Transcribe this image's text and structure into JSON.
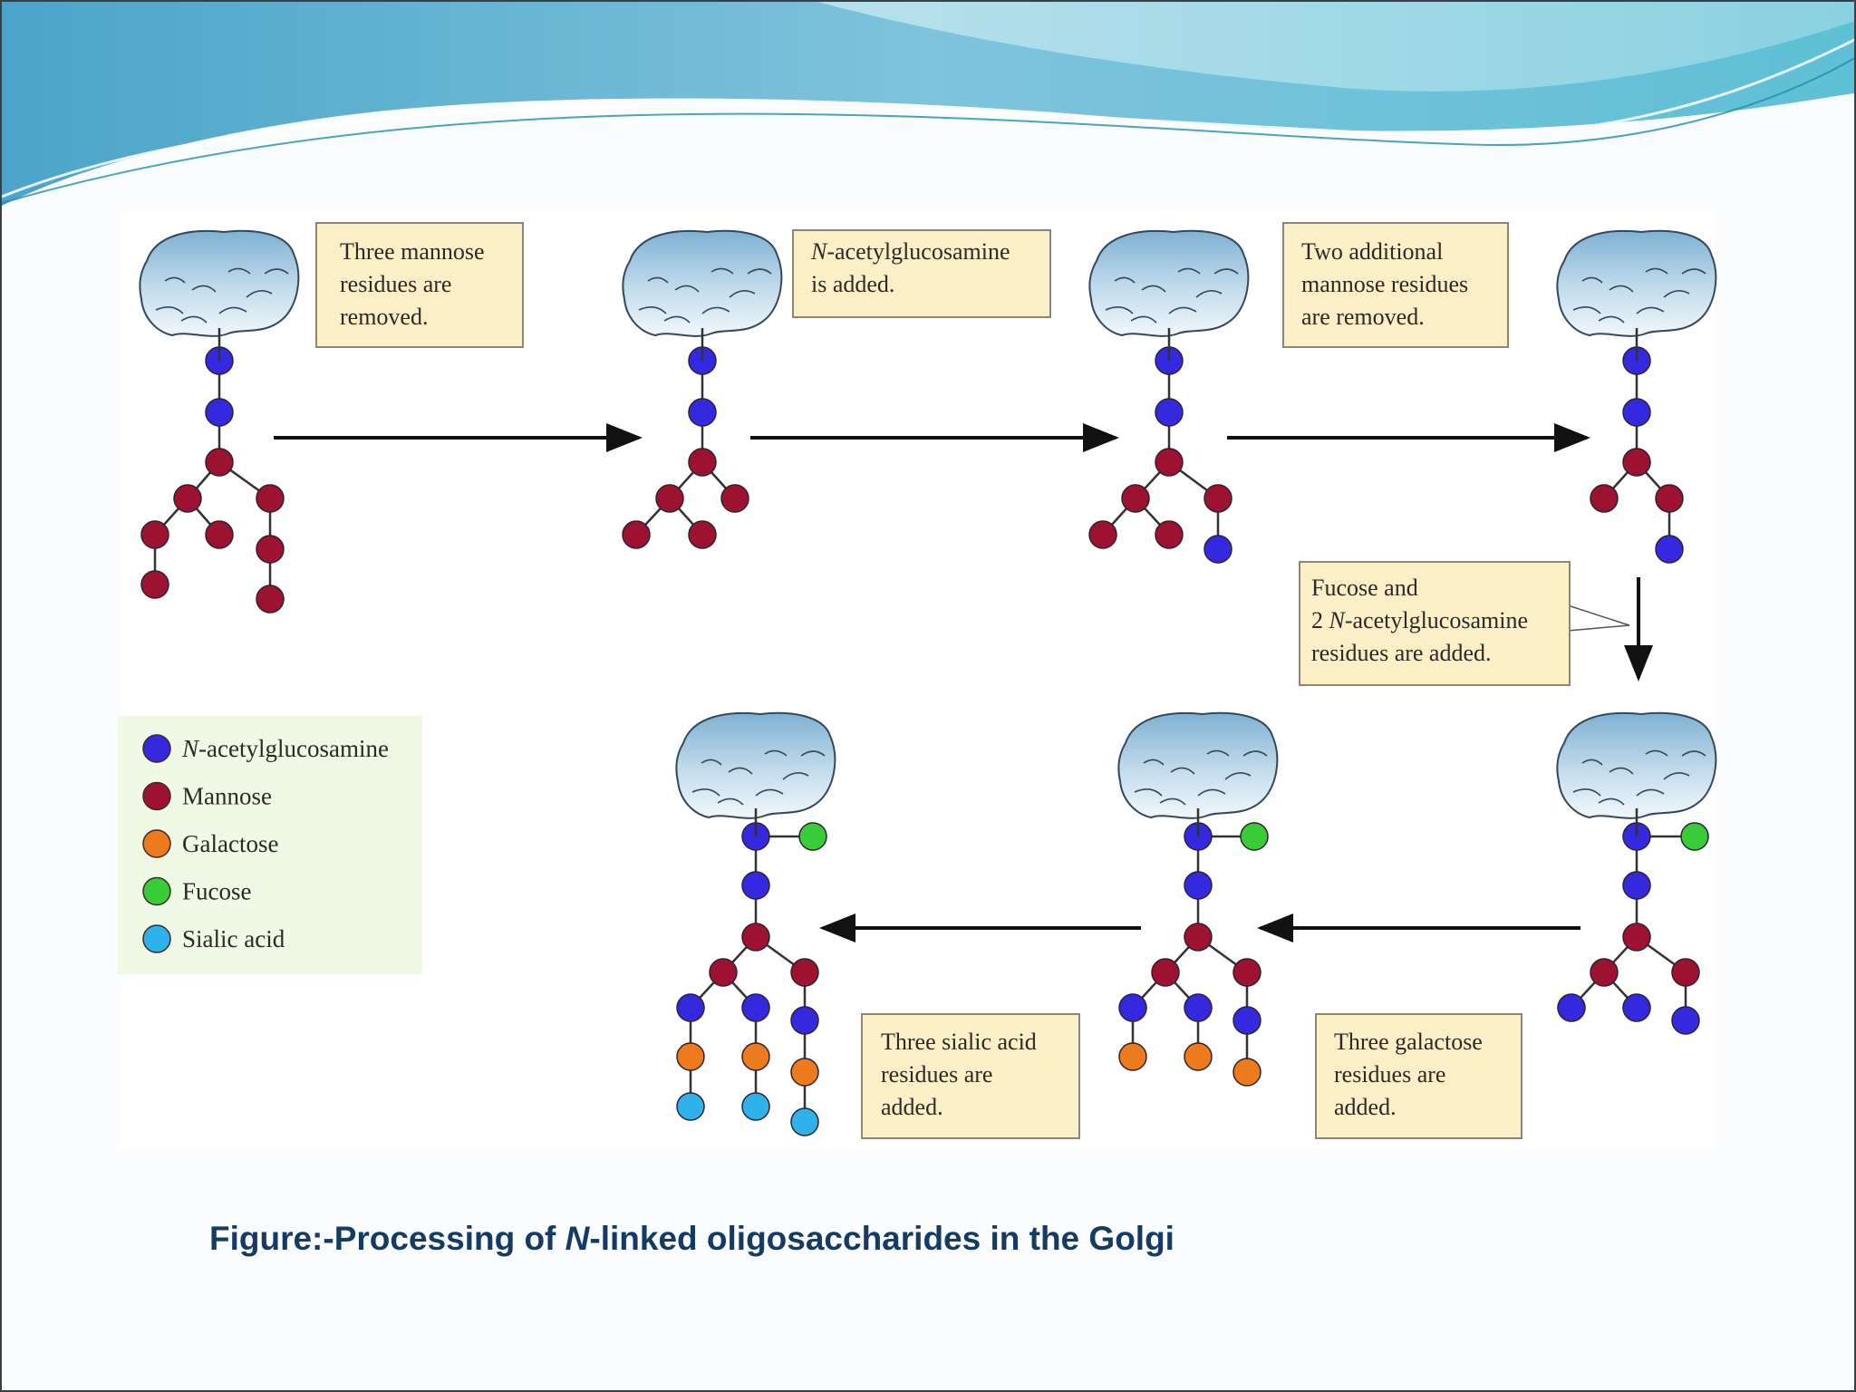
{
  "colors": {
    "N-acetylglucosamine": "#3529e0",
    "Mannose": "#9e1231",
    "Galactose": "#ee7a1e",
    "Fucose": "#37cc38",
    "Sialic acid": "#2fb2ea",
    "box_fill": "#fbefc8",
    "caption": "#153b63"
  },
  "step_labels": {
    "s1": [
      "Three mannose",
      "residues are",
      "removed."
    ],
    "s2": [
      "N-acetylglucosamine",
      "is added."
    ],
    "s3": [
      "Two additional",
      "mannose residues",
      "are removed."
    ],
    "s4": [
      "Fucose and",
      "2 N-acetylglucosamine",
      "residues are added."
    ],
    "s5": [
      "Three galactose",
      "residues are",
      "added."
    ],
    "s6": [
      "Three sialic acid",
      "residues are",
      "added."
    ]
  },
  "legend": [
    {
      "name": "N-acetylglucosamine",
      "color_key": "N-acetylglucosamine"
    },
    {
      "name": "Mannose",
      "color_key": "Mannose"
    },
    {
      "name": "Galactose",
      "color_key": "Galactose"
    },
    {
      "name": "Fucose",
      "color_key": "Fucose"
    },
    {
      "name": "Sialic acid",
      "color_key": "Sialic acid"
    }
  ],
  "caption": {
    "prefix": "Figure:-Processing of ",
    "italic": "N",
    "suffix": "-linked oligosaccharides in the Golgi"
  }
}
